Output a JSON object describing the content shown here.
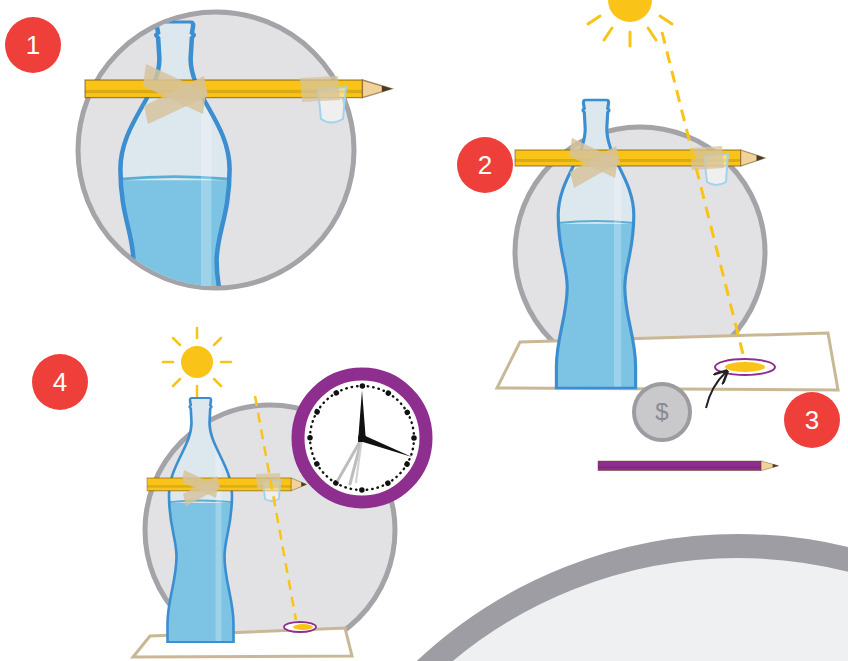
{
  "diagram": {
    "nodes": [
      {
        "text": [
          "1"
        ]
      },
      {
        "text": [
          "2"
        ]
      },
      {
        "text": [
          "3"
        ]
      },
      {
        "text": [
          "4"
        ]
      },
      {
        "text": [
          "$"
        ]
      }
    ]
  }
}
